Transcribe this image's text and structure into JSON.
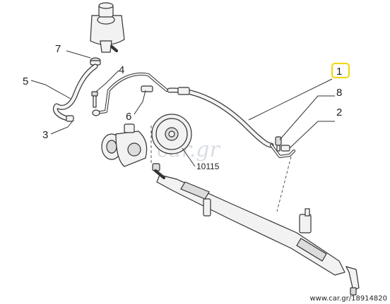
{
  "callouts": {
    "c1": "1",
    "c2": "2",
    "c3": "3",
    "c4": "4",
    "c5": "5",
    "c6": "6",
    "c7": "7",
    "c8": "8",
    "c10115": "10115"
  },
  "watermark": "car.gr",
  "footer": "www.car.gr/18914820",
  "colors": {
    "highlight": "#f2d600",
    "line": "#333333"
  }
}
